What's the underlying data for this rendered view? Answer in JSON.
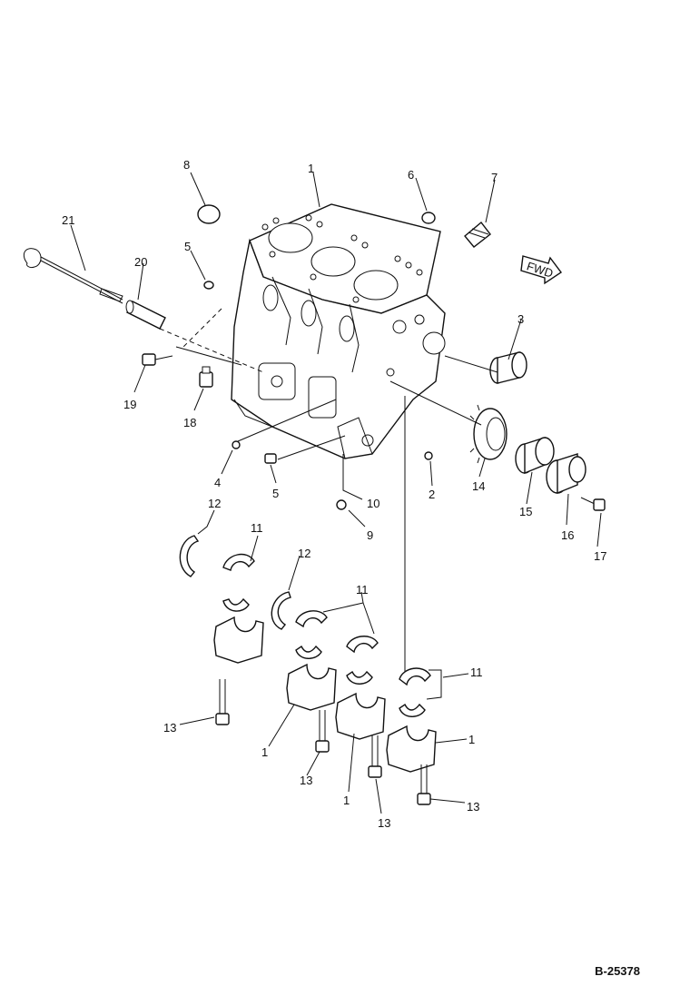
{
  "diagram": {
    "reference_code": "B-25378",
    "fwd_label": "FWD",
    "callouts": [
      {
        "id": "c1a",
        "text": "1"
      },
      {
        "id": "c6",
        "text": "6"
      },
      {
        "id": "c7",
        "text": "7"
      },
      {
        "id": "c8",
        "text": "8"
      },
      {
        "id": "c21",
        "text": "21"
      },
      {
        "id": "c20",
        "text": "20"
      },
      {
        "id": "c5a",
        "text": "5"
      },
      {
        "id": "c3",
        "text": "3"
      },
      {
        "id": "c19",
        "text": "19"
      },
      {
        "id": "c18",
        "text": "18"
      },
      {
        "id": "c4",
        "text": "4"
      },
      {
        "id": "c5b",
        "text": "5"
      },
      {
        "id": "c10",
        "text": "10"
      },
      {
        "id": "c9",
        "text": "9"
      },
      {
        "id": "c2",
        "text": "2"
      },
      {
        "id": "c14",
        "text": "14"
      },
      {
        "id": "c15",
        "text": "15"
      },
      {
        "id": "c16",
        "text": "16"
      },
      {
        "id": "c17",
        "text": "17"
      },
      {
        "id": "c12a",
        "text": "12"
      },
      {
        "id": "c11a",
        "text": "11"
      },
      {
        "id": "c12b",
        "text": "12"
      },
      {
        "id": "c11b",
        "text": "11"
      },
      {
        "id": "c11c",
        "text": "11"
      },
      {
        "id": "c13a",
        "text": "13"
      },
      {
        "id": "c1b",
        "text": "1"
      },
      {
        "id": "c13b",
        "text": "13"
      },
      {
        "id": "c1c",
        "text": "1"
      },
      {
        "id": "c1d",
        "text": "1"
      },
      {
        "id": "c13c",
        "text": "13"
      },
      {
        "id": "c13d",
        "text": "13"
      }
    ]
  }
}
